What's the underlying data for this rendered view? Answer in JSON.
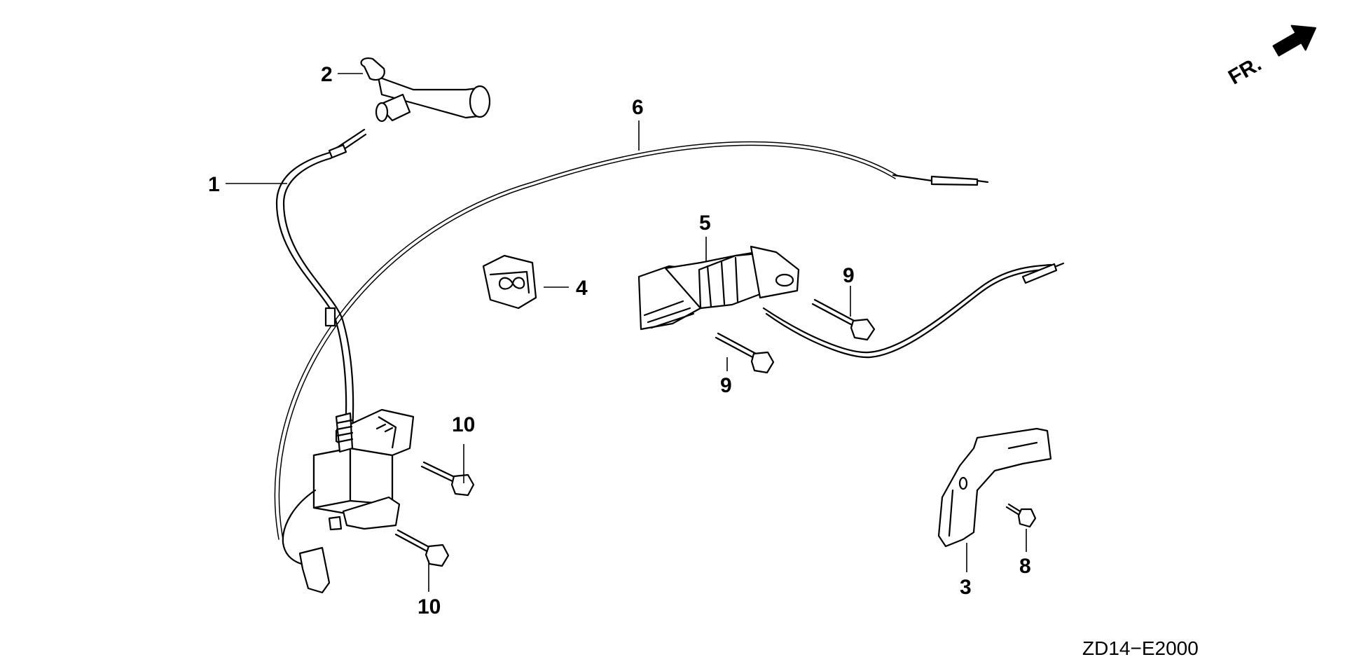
{
  "diagram": {
    "direction_label": "FR.",
    "drawing_code": "ZD14−E2000",
    "parts": [
      {
        "ref": "1",
        "name": "ignition-coil"
      },
      {
        "ref": "2",
        "name": "spark-plug-cap"
      },
      {
        "ref": "3",
        "name": "bracket"
      },
      {
        "ref": "4",
        "name": "grommet"
      },
      {
        "ref": "5",
        "name": "charge-coil"
      },
      {
        "ref": "6",
        "name": "wire"
      },
      {
        "ref": "8",
        "name": "bolt"
      },
      {
        "ref": "9",
        "name": "bolt"
      },
      {
        "ref": "10",
        "name": "bolt"
      }
    ]
  },
  "callouts": {
    "c1": "1",
    "c2": "2",
    "c3": "3",
    "c4": "4",
    "c5": "5",
    "c6": "6",
    "c8": "8",
    "c9a": "9",
    "c9b": "9",
    "c10a": "10",
    "c10b": "10"
  }
}
